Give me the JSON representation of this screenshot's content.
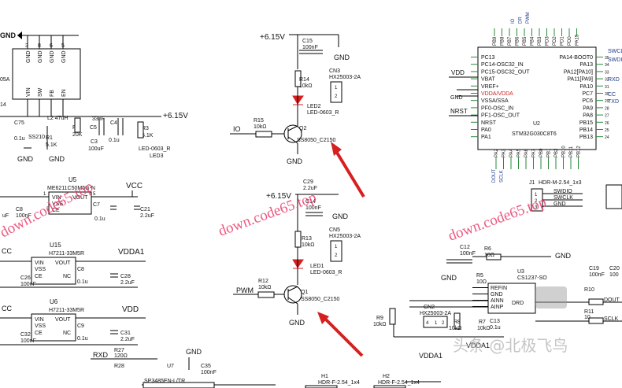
{
  "nets": {
    "gnd": "GND",
    "v615": "+6.15V",
    "vcc": "VCC",
    "vdd": "VDD",
    "vdda1": "VDDA1",
    "io": "IO",
    "pwm": "PWM",
    "rxd": "RXD",
    "nrst": "NRST",
    "vdda": "VDDA1"
  },
  "buck": {
    "pins": [
      "GND",
      "GND",
      "GND",
      "GND"
    ],
    "pin_nums": [
      "3",
      "8",
      "6",
      "5"
    ],
    "pins2": [
      "VIN",
      "SW",
      "FB",
      "EN"
    ],
    "pin_nums2": [
      "1",
      "2",
      "4"
    ],
    "c75": "C75",
    "l": "L2 47uH",
    "r2": "R2",
    "r2v": "20K",
    "c5": "33nF",
    "c5n": "C5",
    "c4": "C4",
    "r1": "R1",
    "r1v": "5.1K",
    "r3": "R3",
    "r3v": "5.1K",
    "c3": "C3",
    "c3v": "100uF",
    "c4v": "0.1u",
    "led": "LED-0603_R",
    "led3": "LED3",
    "ss": "SS210",
    "c1": "0.1u",
    "frag1": "05A",
    "frag2": "14"
  },
  "ldo1": {
    "name": "U5",
    "part": "ME6211C50M5G-N",
    "vin": "VIN",
    "vss": "VSS",
    "ce": "CE",
    "vout": "VOUT",
    "c8": "C8",
    "c8v": "100nF",
    "c7": "C7",
    "c7v": "0.1u",
    "c21": "C21",
    "c21v": "2.2uF",
    "uf": "uF",
    "n1": "1",
    "n5": "5"
  },
  "ldo2": {
    "name": "U15",
    "part": "H7211-33M5R",
    "vin": "VIN",
    "vss": "VSS",
    "ce": "CE",
    "vout": "VOUT",
    "nc": "NC",
    "c8": "C8",
    "c8v": "0.1u",
    "c28": "C28",
    "c28v": "2.2uF",
    "c26": "C26",
    "c26v": "100nF",
    "cc": "CC"
  },
  "ldo3": {
    "name": "U6",
    "part": "H7211-33M5R",
    "vin": "VIN",
    "vss": "VSS",
    "ce": "CE",
    "vout": "VOUT",
    "nc": "NC",
    "c9": "C9",
    "c9v": "0.1u",
    "c31": "C31",
    "c31v": "2.2uF",
    "c32": "C32",
    "c32v": "100nF",
    "cc": "CC"
  },
  "driver1": {
    "c15": "C15",
    "c15v": "100nF",
    "cn3": "CN3",
    "cn3v": "HX25003-2A",
    "r14": "R14",
    "r14v": "10kΩ",
    "led2": "LED2",
    "led2v": "LED-0603_R",
    "r15": "R15",
    "r15v": "10kΩ",
    "q2": "Q2",
    "q2v": "SS8050_C2150",
    "p1": "1",
    "p2": "2"
  },
  "driver2": {
    "c29": "C29",
    "c29v": "2.2uF",
    "c14": "C14",
    "c14v": "100nF",
    "cn5": "CN5",
    "cn5v": "HX25003-2A",
    "r13": "R13",
    "r13v": "10kΩ",
    "led1": "LED1",
    "led1v": "LED-0603_R",
    "r12": "R12",
    "r12v": "10kΩ",
    "q1": "Q1",
    "q1v": "SS8050_C2150",
    "p1": "1",
    "p2": "2"
  },
  "mcu": {
    "name": "U2",
    "part": "STM32G030C8T6",
    "left_pins": [
      "PC13",
      "PC14-OSC32_IN",
      "PC15-OSC32_OUT",
      "VBAT",
      "VREF+",
      "VDDA/VDDA",
      "VSSA/SSA",
      "PF0-OSC_IN",
      "PF1-OSC_OUT",
      "NRST",
      "PA0",
      "PA1"
    ],
    "right_pins": [
      "PA14-BOOT0",
      "PA13",
      "PA12[PA10]",
      "PA11[PA9]",
      "PA10",
      "PC7",
      "PC6",
      "PA9",
      "PA8",
      "PB15",
      "PB14",
      "PB13"
    ],
    "top_pins": [
      "PB9",
      "PB8",
      "PB7",
      "PB6",
      "PB5",
      "PB4",
      "PB3",
      "PD3",
      "PD2",
      "PD1",
      "PD0",
      "PA15"
    ],
    "bottom_pins": [
      "PA2",
      "PA3",
      "PA4",
      "PA5",
      "PA6",
      "PA7",
      "PB0",
      "PB1",
      "PB2",
      "PB10",
      "PB11",
      "PB12"
    ],
    "right_nums": [
      "35",
      "34",
      "33",
      "32",
      "31",
      "30",
      "29",
      "28",
      "27",
      "26",
      "25",
      "24"
    ],
    "top_labels": [
      "IO",
      "DR",
      "PWM"
    ],
    "right_labels": [
      "SWCLK",
      "SWDIO",
      "RXD",
      "CC",
      "TXD"
    ],
    "bottom_labels": [
      "DOUT",
      "SCLK"
    ]
  },
  "header1": {
    "name": "J1",
    "part": "HDR-M-2.54_1x3",
    "pins": [
      "SWDIO",
      "SWCLK",
      "GND"
    ],
    "nums": [
      "1",
      "2",
      "3"
    ]
  },
  "adc": {
    "c12": "C12",
    "c12v": "100nF",
    "r6": "R6",
    "r6v": "10Ω",
    "r5": "R5",
    "r5v": "10Ω",
    "u3": "U3",
    "u3v": "CS1237-SO",
    "pins": [
      "REFIN",
      "GND",
      "AINN",
      "AINP"
    ],
    "drd": "DRD",
    "c19": "C19",
    "c19v": "100nF",
    "c20": "C20",
    "c20v": "100",
    "r10": "R10",
    "r11": "R11",
    "r11v": "10",
    "cn2": "CN2",
    "cn2v": "HX25003-2A",
    "r9": "R9",
    "r9v": "10kΩ",
    "r8": "R8",
    "r8v": "10kΩ",
    "r7": "R7",
    "r7v": "10kΩ",
    "c13": "C13",
    "c13v": "0.1u",
    "dout": "DOUT",
    "sclk": "SCLK",
    "p4": "4",
    "p1": "1",
    "p2": "2"
  },
  "bottom": {
    "r27": "R27",
    "r27v": "120Ω",
    "r28": "R28",
    "u7": "U7",
    "u7v": "SP3485EN-L/TR",
    "c35": "C35",
    "c35v": "100nF",
    "h1": "H1",
    "h1v": "HDR-F-2.54_1x4",
    "h2": "H2",
    "h2v": "HDR-F-2.54_1x4"
  },
  "watermark": {
    "w1": "down.code65.top",
    "w2": "down.code65.top",
    "w3": "down.code65.top",
    "overlay": "头条 @北极飞鸟"
  },
  "colors": {
    "arrow": "#d62020",
    "watermark": "#e83a6a",
    "pin_green": "#2a8a3a",
    "pin_red": "#cc2222",
    "net_blue": "#1a3a8a"
  }
}
